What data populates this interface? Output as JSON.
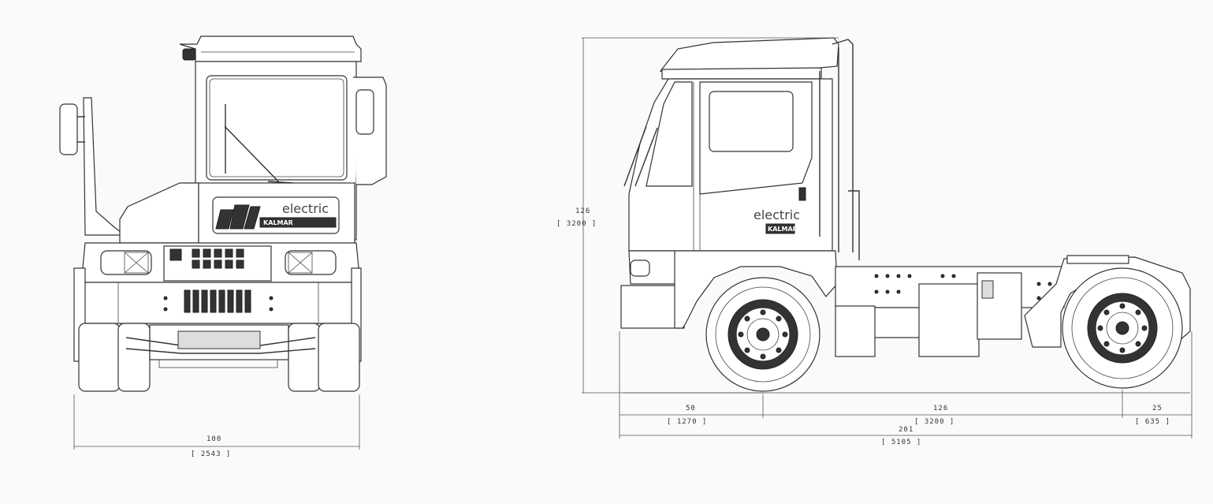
{
  "front_view": {
    "brand_text": "electric",
    "brand_sub": "KALMAR",
    "width_dimension": {
      "imperial": "100",
      "metric": "[ 2543 ]"
    }
  },
  "side_view": {
    "brand_text": "electric",
    "brand_sub": "KALMAR",
    "height_dimension": {
      "imperial": "126",
      "metric": "[ 3200 ]"
    },
    "front_overhang": {
      "imperial": "50",
      "metric": "[ 1270 ]"
    },
    "wheelbase": {
      "imperial": "126",
      "metric": "[ 3200 ]"
    },
    "rear_overhang": {
      "imperial": "25",
      "metric": "[ 635 ]"
    },
    "overall_length": {
      "imperial": "201",
      "metric": "[ 5105 ]"
    }
  }
}
